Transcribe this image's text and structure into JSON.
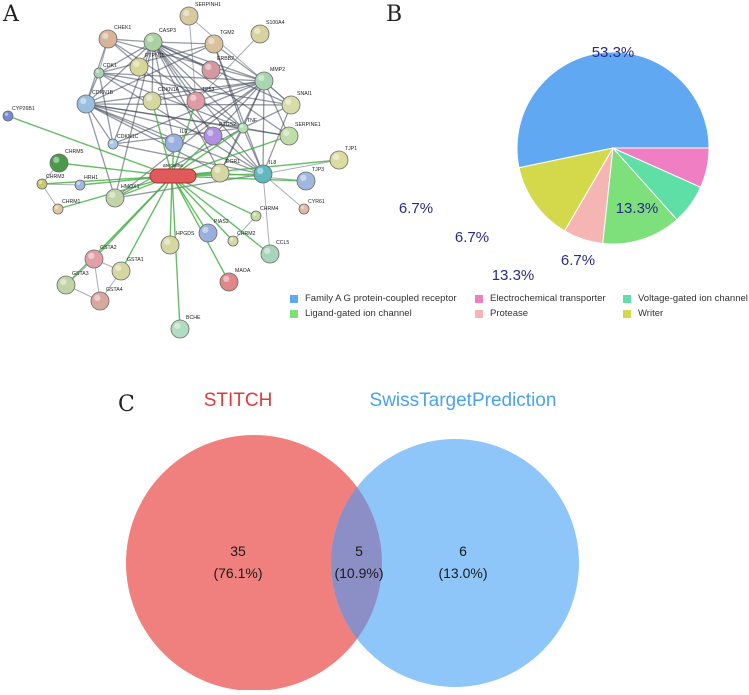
{
  "panels": {
    "a": {
      "letter": "A",
      "network": {
        "center": "arecoline",
        "nodes": [
          {
            "id": "SERPINH1",
            "color": "#d9c9a0"
          },
          {
            "id": "CHEK1",
            "color": "#d8b49a"
          },
          {
            "id": "CASP3",
            "color": "#a8d2a0"
          },
          {
            "id": "TGM2",
            "color": "#d9c19e"
          },
          {
            "id": "S100A4",
            "color": "#d8d2a0"
          },
          {
            "id": "PTPN11",
            "color": "#d6d69a"
          },
          {
            "id": "ERBB2",
            "color": "#d49aa0"
          },
          {
            "id": "MMP2",
            "color": "#a8d6b0"
          },
          {
            "id": "CDK1",
            "color": "#a8d2b0"
          },
          {
            "id": "CDKN1B",
            "color": "#9ac0e0"
          },
          {
            "id": "CDKN1A",
            "color": "#d6d6a0"
          },
          {
            "id": "TP53",
            "color": "#e09aa4"
          },
          {
            "id": "SNAI1",
            "color": "#d8dca8"
          },
          {
            "id": "CYP26B1",
            "color": "#7a8ad0"
          },
          {
            "id": "CDKN1C",
            "color": "#a8c8e8"
          },
          {
            "id": "IL6",
            "color": "#9ab0e0"
          },
          {
            "id": "PTGS2",
            "color": "#b090e0"
          },
          {
            "id": "TNF",
            "color": "#b0e0b0"
          },
          {
            "id": "SERPINE1",
            "color": "#c0dca8"
          },
          {
            "id": "TJP1",
            "color": "#dcdca0"
          },
          {
            "id": "CHRM5",
            "color": "#4a9a4a"
          },
          {
            "id": "CHRM3",
            "color": "#c8c870"
          },
          {
            "id": "HRH1",
            "color": "#a0b8e0"
          },
          {
            "id": "CHRM1",
            "color": "#e0c8a0"
          },
          {
            "id": "HMOX1",
            "color": "#c0d4a8"
          },
          {
            "id": "EGR1",
            "color": "#d6d6a0"
          },
          {
            "id": "IL8",
            "color": "#60b8c0"
          },
          {
            "id": "TJP3",
            "color": "#a0b8e0"
          },
          {
            "id": "CYR61",
            "color": "#e0b8a0"
          },
          {
            "id": "CHRM4",
            "color": "#c0dca0"
          },
          {
            "id": "PIAS2",
            "color": "#9aaee0"
          },
          {
            "id": "CHRM2",
            "color": "#d6d6a0"
          },
          {
            "id": "HPGDS",
            "color": "#d6d6a0"
          },
          {
            "id": "GSTA2",
            "color": "#e0a0a8"
          },
          {
            "id": "GSTA1",
            "color": "#d6d6a0"
          },
          {
            "id": "GSTA3",
            "color": "#c0d4a8"
          },
          {
            "id": "GSTA4",
            "color": "#d8a8a0"
          },
          {
            "id": "CCL5",
            "color": "#a8d4b8"
          },
          {
            "id": "MAOA",
            "color": "#e08888"
          },
          {
            "id": "BCHE",
            "color": "#b0dcc0"
          }
        ]
      }
    },
    "b": {
      "letter": "B",
      "chart_data": {
        "type": "pie",
        "slices": [
          {
            "name": "Family A G protein-coupled receptor",
            "value": 53.3,
            "label": "53.3%",
            "color": "#61a8f2"
          },
          {
            "name": "Writer",
            "value": 13.3,
            "label": "13.3%",
            "color": "#d3d94b"
          },
          {
            "name": "Protease",
            "value": 6.7,
            "label": "6.7%",
            "color": "#f5b6b3"
          },
          {
            "name": "Ligand-gated ion channel",
            "value": 13.3,
            "label": "13.3%",
            "color": "#7de07a"
          },
          {
            "name": "Voltage-gated ion channel",
            "value": 6.7,
            "label": "6.7%",
            "color": "#5ddfa6"
          },
          {
            "name": "Electrochemical transporter",
            "value": 6.7,
            "label": "6.7%",
            "color": "#f07ec2"
          }
        ],
        "legend_order": [
          "Family A G protein-coupled receptor",
          "Electrochemical transporter",
          "Voltage-gated ion channel",
          "Ligand-gated ion channel",
          "Protease",
          "Writer"
        ],
        "legend_position": "bottom"
      }
    },
    "c": {
      "letter": "C",
      "chart_data": {
        "type": "venn",
        "sets": [
          {
            "name": "STITCH",
            "color": "#f0807e",
            "title_color": "#e03a3a"
          },
          {
            "name": "SwissTargetPrediction",
            "color": "#8ec6fa",
            "title_color": "#4aa3f0"
          }
        ],
        "overlap_color": "#8c8fc6",
        "regions": [
          {
            "region": "STITCH only",
            "count": "35",
            "percent": "(76.1%)"
          },
          {
            "region": "both",
            "count": "5",
            "percent": "(10.9%)"
          },
          {
            "region": "SwissTargetPrediction only",
            "count": "6",
            "percent": "(13.0%)"
          }
        ]
      }
    }
  }
}
